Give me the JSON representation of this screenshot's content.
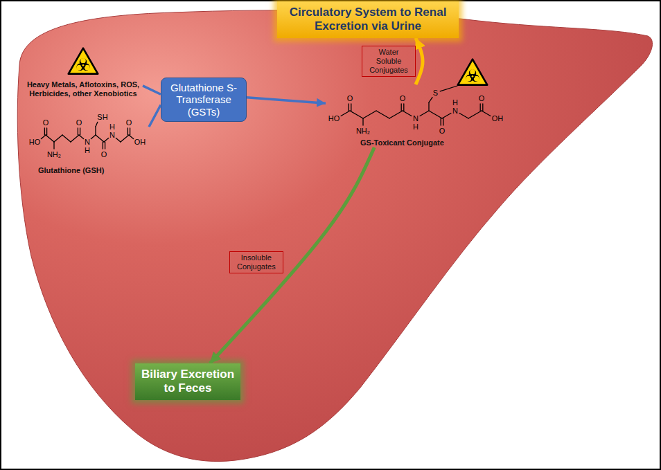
{
  "diagram": {
    "nodes": [
      {
        "text": [
          "Circulatory System to Renal Excretion via Urine"
        ]
      },
      {
        "text": [
          "Heavy Metals, Aflotoxins, ROS, Herbicides, other Xenobiotics"
        ]
      },
      {
        "text": [
          "Glutathione S-Transferase (GSTs)"
        ]
      },
      {
        "text": [
          "GS-Toxicant Conjugate"
        ]
      },
      {
        "text": [
          "Glutathione (GSH)"
        ]
      },
      {
        "text": [
          "Biliary Excretion to Feces"
        ]
      }
    ],
    "edges": [
      {
        "from": 1,
        "to": 2,
        "arrow": "none"
      },
      {
        "from": 4,
        "to": 2,
        "arrow": "none"
      },
      {
        "from": 2,
        "to": 3,
        "arrow": "to"
      },
      {
        "from": 3,
        "to": 0,
        "arrow": "to",
        "label": "Water Soluble Conjugates"
      },
      {
        "from": 3,
        "to": 5,
        "arrow": "to",
        "label": "Insoluble Conjugates"
      }
    ],
    "labels": [
      "HO",
      "O",
      "NH₂",
      "O",
      "N",
      "H",
      "SH",
      "O",
      "N",
      "H",
      "O",
      "OH",
      "HO",
      "O",
      "NH₂",
      "O",
      "N",
      "H",
      "S",
      "O",
      "N",
      "H",
      "O",
      "OH"
    ]
  }
}
